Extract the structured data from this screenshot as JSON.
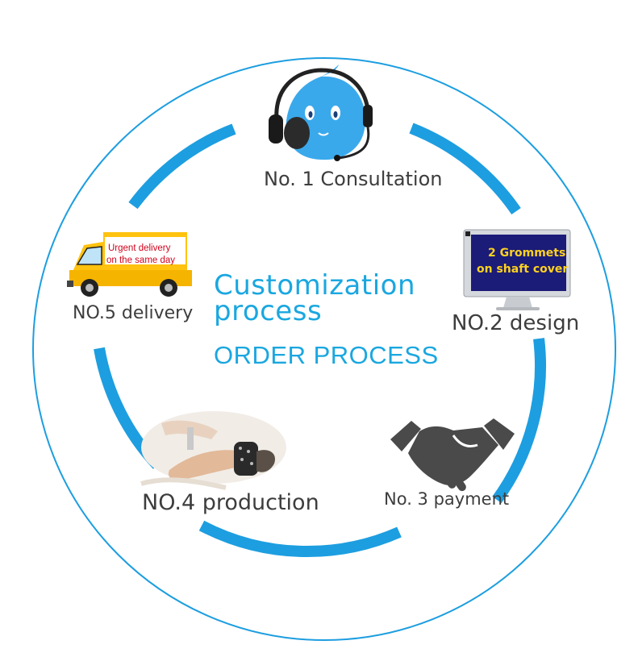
{
  "colors": {
    "accent": "#1aa7e0",
    "ring": "#1d9ee0",
    "text": "#3d3d3d",
    "truck_text": "#d0021b",
    "screen_text": "#ffd21f"
  },
  "title": {
    "line1": "Customization",
    "line2": "process",
    "subtitle": "ORDER PROCESS"
  },
  "steps": [
    {
      "label": "No. 1 Consultation",
      "icon": "headset-mascot-icon"
    },
    {
      "label": "NO.2 design",
      "icon": "monitor-icon",
      "screen_lines": [
        "2 Grommets",
        "on shaft cover"
      ]
    },
    {
      "label": "No. 3 payment",
      "icon": "handshake-icon"
    },
    {
      "label": "NO.4 production",
      "icon": "sewing-hands-image"
    },
    {
      "label": "NO.5 delivery",
      "icon": "delivery-truck-icon",
      "truck_lines": [
        "Urgent delivery",
        "on the same day"
      ]
    }
  ]
}
